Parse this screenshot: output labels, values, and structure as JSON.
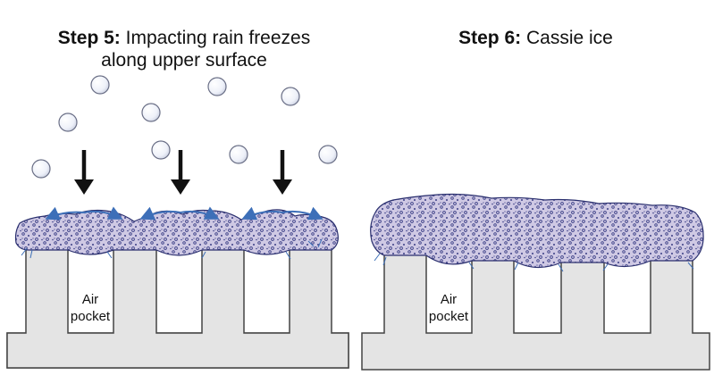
{
  "panels": [
    {
      "step_label": "Step 5:",
      "title_line1": "Impacting rain freezes",
      "title_line2": "along upper surface",
      "air_label_line1": "Air",
      "air_label_line2": "pocket"
    },
    {
      "step_label": "Step 6:",
      "title_line1": "Cassie ice",
      "air_label_line1": "Air",
      "air_label_line2": "pocket"
    }
  ],
  "icons": {
    "raindrop": "raindrop-icon",
    "arrow": "down-arrow-icon"
  },
  "colors": {
    "substrate_fill": "#e4e4e4",
    "substrate_stroke": "#444444",
    "ice_fill": "#cfc9e4",
    "ice_stroke": "#2a2f6e",
    "ice_speckle": "#3b3f86",
    "spread_arrow": "#3d6fb8",
    "drop_fill": "#f2f4fb",
    "drop_stroke": "#6a6f86"
  }
}
